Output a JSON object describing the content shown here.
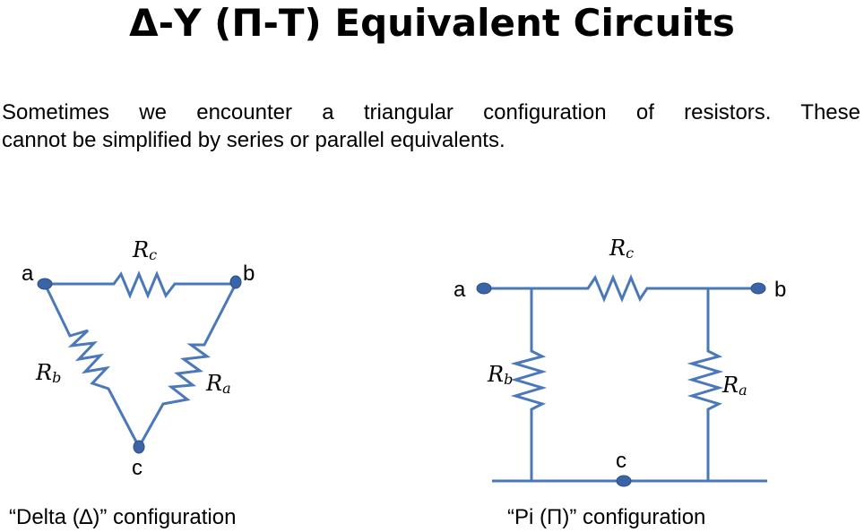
{
  "title": "Δ-Y (Π-T) Equivalent Circuits",
  "intro": {
    "line1": "Sometimes we encounter a triangular configuration of resistors.  These",
    "line2": "cannot be simplified by series or parallel equivalents."
  },
  "delta": {
    "nodes": {
      "a": "a",
      "b": "b",
      "c": "c"
    },
    "resistors": {
      "Rc": {
        "main": "R",
        "sub": "c"
      },
      "Rb": {
        "main": "R",
        "sub": "b"
      },
      "Ra": {
        "main": "R",
        "sub": "a"
      }
    },
    "caption": "“Delta (∆)” configuration"
  },
  "pi": {
    "nodes": {
      "a": "a",
      "b": "b",
      "c": "c"
    },
    "resistors": {
      "Rc": {
        "main": "R",
        "sub": "c"
      },
      "Rb": {
        "main": "R",
        "sub": "b"
      },
      "Ra": {
        "main": "R",
        "sub": "a"
      }
    },
    "caption": "“Pi (Π)” configuration"
  },
  "colors": {
    "wire": "#4a78b8",
    "node": "#3a64a6"
  }
}
